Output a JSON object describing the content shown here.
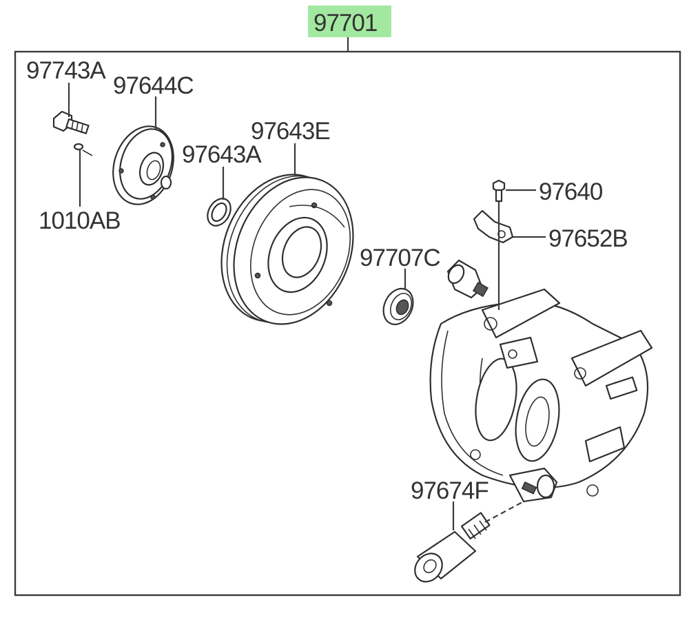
{
  "assembly": {
    "number": "97701",
    "highlight_color": "#a3e8a0"
  },
  "callouts": [
    {
      "id": "97743A"
    },
    {
      "id": "97644C"
    },
    {
      "id": "1010AB"
    },
    {
      "id": "97643A"
    },
    {
      "id": "97643E"
    },
    {
      "id": "97640"
    },
    {
      "id": "97652B"
    },
    {
      "id": "97707C"
    },
    {
      "id": "97674F"
    }
  ]
}
